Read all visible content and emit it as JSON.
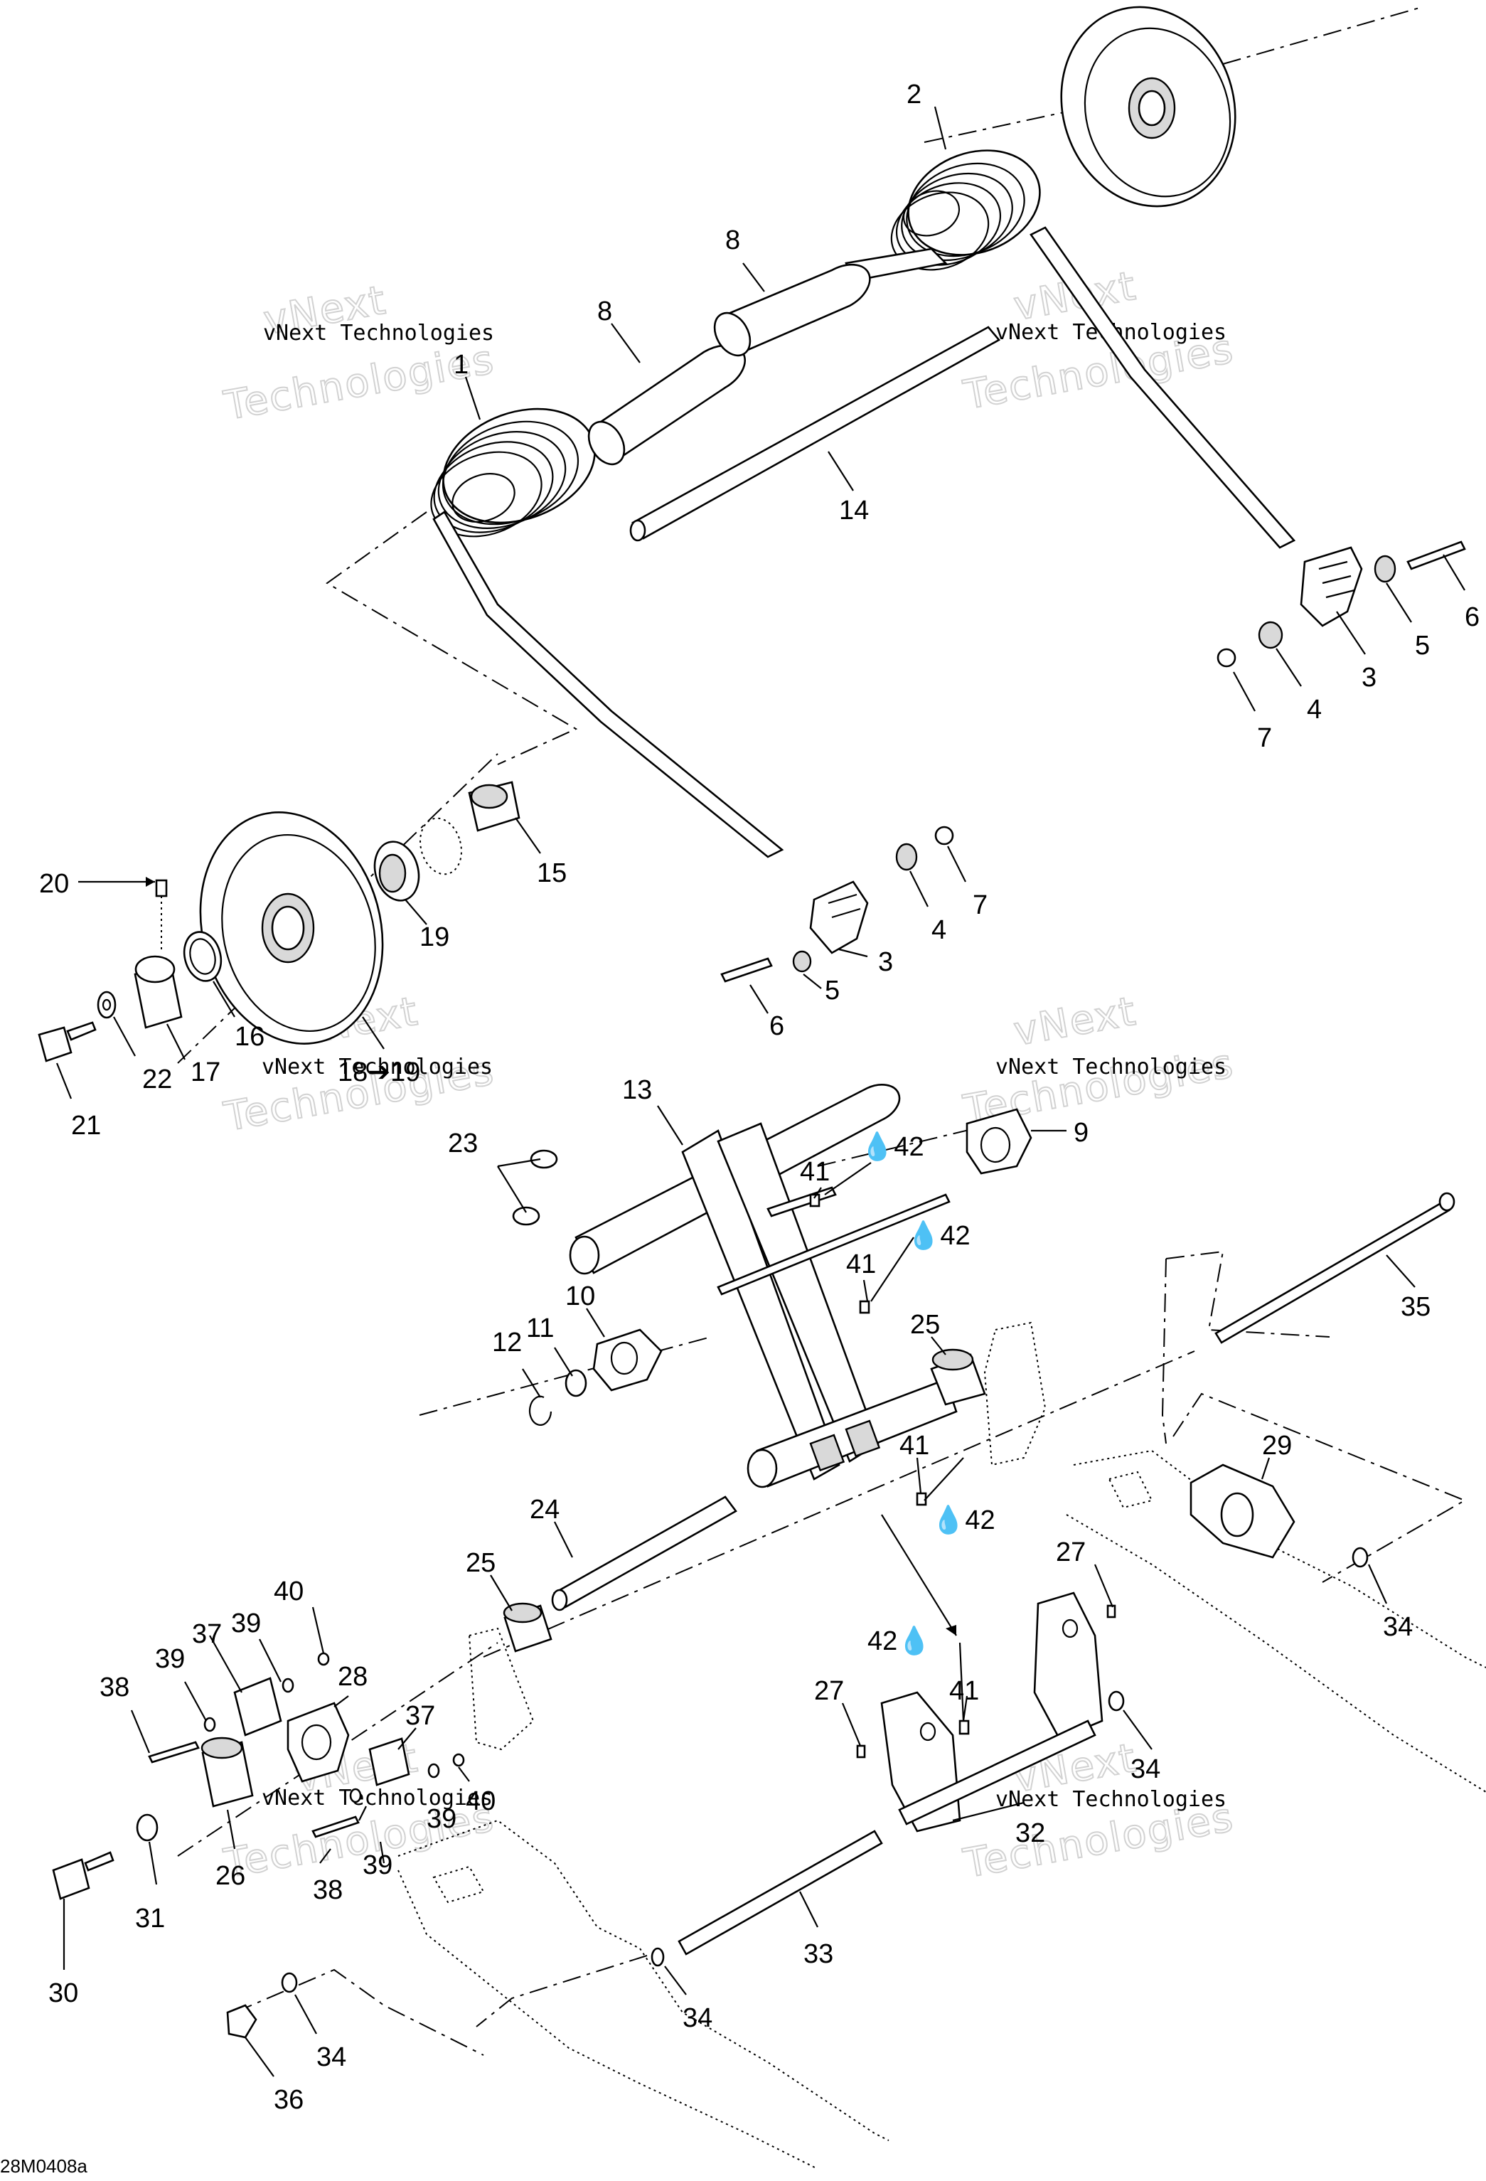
{
  "figure_code": "28M0408a",
  "watermark": {
    "line1": "vNext Technologies",
    "line2": "vNext",
    "line3": "Technologies"
  },
  "callouts": [
    {
      "id": "c2",
      "text": "2"
    },
    {
      "id": "c8a",
      "text": "8"
    },
    {
      "id": "c8b",
      "text": "8"
    },
    {
      "id": "c1",
      "text": "1"
    },
    {
      "id": "c14",
      "text": "14"
    },
    {
      "id": "c6a",
      "text": "6"
    },
    {
      "id": "c5a",
      "text": "5"
    },
    {
      "id": "c3a",
      "text": "3"
    },
    {
      "id": "c4a",
      "text": "4"
    },
    {
      "id": "c7a",
      "text": "7"
    },
    {
      "id": "c20",
      "text": "20"
    },
    {
      "id": "c15",
      "text": "15"
    },
    {
      "id": "c19",
      "text": "19"
    },
    {
      "id": "c7b",
      "text": "7"
    },
    {
      "id": "c4b",
      "text": "4"
    },
    {
      "id": "c3b",
      "text": "3"
    },
    {
      "id": "c5b",
      "text": "5"
    },
    {
      "id": "c6b",
      "text": "6"
    },
    {
      "id": "c16",
      "text": "16"
    },
    {
      "id": "c17",
      "text": "17"
    },
    {
      "id": "c22",
      "text": "22"
    },
    {
      "id": "c21",
      "text": "21"
    },
    {
      "id": "c18",
      "text": "18➔19"
    },
    {
      "id": "c13",
      "text": "13"
    },
    {
      "id": "c9",
      "text": "9"
    },
    {
      "id": "c23",
      "text": "23"
    },
    {
      "id": "c41a",
      "text": "41"
    },
    {
      "id": "c42a",
      "text": "💧42"
    },
    {
      "id": "c42b",
      "text": "💧42"
    },
    {
      "id": "c41b",
      "text": "41"
    },
    {
      "id": "c10",
      "text": "10"
    },
    {
      "id": "c11",
      "text": "11"
    },
    {
      "id": "c12",
      "text": "12"
    },
    {
      "id": "c25a",
      "text": "25"
    },
    {
      "id": "c35",
      "text": "35"
    },
    {
      "id": "c41c",
      "text": "41"
    },
    {
      "id": "c42c",
      "text": "💧42"
    },
    {
      "id": "c29",
      "text": "29"
    },
    {
      "id": "c24",
      "text": "24"
    },
    {
      "id": "c25b",
      "text": "25"
    },
    {
      "id": "c27a",
      "text": "27"
    },
    {
      "id": "c34a",
      "text": "34"
    },
    {
      "id": "c40a",
      "text": "40"
    },
    {
      "id": "c39a",
      "text": "39"
    },
    {
      "id": "c37a",
      "text": "37"
    },
    {
      "id": "c39b",
      "text": "39"
    },
    {
      "id": "c28",
      "text": "28"
    },
    {
      "id": "c38a",
      "text": "38"
    },
    {
      "id": "c42d",
      "text": "42💧"
    },
    {
      "id": "c27b",
      "text": "27"
    },
    {
      "id": "c41d",
      "text": "41"
    },
    {
      "id": "c37b",
      "text": "37"
    },
    {
      "id": "c40b",
      "text": "40"
    },
    {
      "id": "c39c",
      "text": "39"
    },
    {
      "id": "c34b",
      "text": "34"
    },
    {
      "id": "c32",
      "text": "32"
    },
    {
      "id": "c38b",
      "text": "38"
    },
    {
      "id": "c39d",
      "text": "39"
    },
    {
      "id": "c31",
      "text": "31"
    },
    {
      "id": "c26",
      "text": "26"
    },
    {
      "id": "c30",
      "text": "30"
    },
    {
      "id": "c33",
      "text": "33"
    },
    {
      "id": "c34c",
      "text": "34"
    },
    {
      "id": "c34d",
      "text": "34"
    },
    {
      "id": "c36",
      "text": "36"
    }
  ]
}
